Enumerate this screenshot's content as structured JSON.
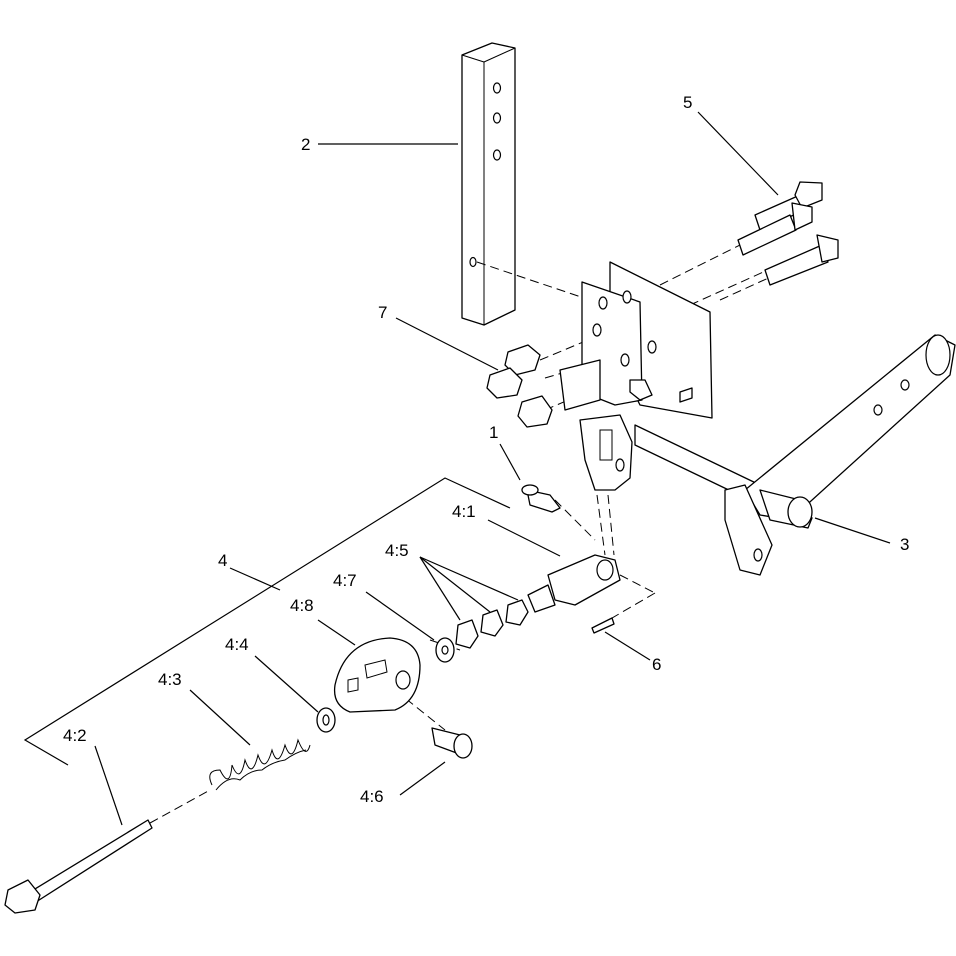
{
  "callouts": {
    "c1": "1",
    "c2": "2",
    "c3": "3",
    "c4": "4",
    "c4_1": "4:1",
    "c4_2": "4:2",
    "c4_3": "4:3",
    "c4_4": "4:4",
    "c4_5": "4:5",
    "c4_6": "4:6",
    "c4_7": "4:7",
    "c4_8": "4:8",
    "c5": "5",
    "c6": "6",
    "c7": "7"
  }
}
